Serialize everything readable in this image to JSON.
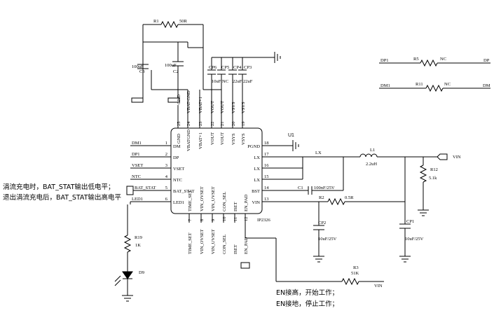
{
  "chip": {
    "ref": "U1",
    "part": "IP2326",
    "left_pins": [
      {
        "num": "1",
        "name": "DM",
        "net": "DM1"
      },
      {
        "num": "2",
        "name": "DP",
        "net": "DP1"
      },
      {
        "num": "3",
        "name": "VSET",
        "net": "VSET"
      },
      {
        "num": "4",
        "name": "NTC",
        "net": "NTC"
      },
      {
        "num": "5",
        "name": "BAT_STAT",
        "net": "BAT_STAT"
      },
      {
        "num": "6",
        "name": "LED1",
        "net": "LED1"
      }
    ],
    "right_pins": [
      {
        "num": "18",
        "name": "PGND"
      },
      {
        "num": "17",
        "name": "LX"
      },
      {
        "num": "16",
        "name": "LX"
      },
      {
        "num": "15",
        "name": "LX"
      },
      {
        "num": "14",
        "name": "BST"
      },
      {
        "num": "13",
        "name": "VIN"
      }
    ],
    "top_pins": [
      {
        "num": "25",
        "name": "GND",
        "net": "GND"
      },
      {
        "num": "24",
        "name": "VBATGND",
        "net": "VBAT-GND"
      },
      {
        "num": "23",
        "name": "VBAT+1",
        "net": "VBAT+1"
      },
      {
        "num": "22",
        "name": "VOUT",
        "net": "VOUT"
      },
      {
        "num": "21",
        "name": "VOUT",
        "net": "VOUT"
      },
      {
        "num": "20",
        "name": "VSYS",
        "net": "VSYS"
      },
      {
        "num": "19",
        "name": "VSYS",
        "net": "VSYS"
      }
    ],
    "bottom_pins": [
      {
        "num": "7",
        "name": "TIME_SET",
        "net": "TIME_SET"
      },
      {
        "num": "8",
        "name": "VIN_OVSET",
        "net": "VIN_OVSET"
      },
      {
        "num": "9",
        "name": "VIN_UVSET",
        "net": "VIN_UVSET"
      },
      {
        "num": "10",
        "name": "CON_SEL",
        "net": "CON_SEL"
      },
      {
        "num": "11",
        "name": "ISET",
        "net": "ISET"
      },
      {
        "num": "12",
        "name": "EN_PAD",
        "net": "EN_PAD"
      }
    ]
  },
  "components": {
    "r1": {
      "ref": "R1",
      "value": "50R"
    },
    "c3": {
      "ref": "C3",
      "value": "100uF"
    },
    "c2": {
      "ref": "C2",
      "value": "100uF"
    },
    "cp6": {
      "ref": "CP6",
      "value": "10uF"
    },
    "cp5": {
      "ref": "CP5",
      "value": "NC"
    },
    "cp4": {
      "ref": "CP4",
      "value": "22uF"
    },
    "cp3": {
      "ref": "CP3",
      "value": "22uF"
    },
    "r5": {
      "ref": "R5",
      "value": "NC",
      "left": "DP1",
      "right": "DP"
    },
    "r11": {
      "ref": "R11",
      "value": "NC",
      "left": "DM1",
      "right": "DM"
    },
    "l1": {
      "ref": "L1",
      "value": "2.2uH"
    },
    "r12": {
      "ref": "R12",
      "value": "5.1k"
    },
    "c1": {
      "ref": "C1",
      "value": "100nF/25V"
    },
    "r2": {
      "ref": "R2",
      "value": "0.5R"
    },
    "cp2": {
      "ref": "CP2",
      "value": "10uF/25V"
    },
    "cp1": {
      "ref": "CP1",
      "value": "10uF/25V"
    },
    "r19": {
      "ref": "R19",
      "value": "1K"
    },
    "d9": {
      "ref": "D9"
    },
    "r3": {
      "ref": "R3",
      "value": "51K"
    }
  },
  "nets": {
    "lx": "LX",
    "vin_port": "VIN",
    "vin_r3": "VIN"
  },
  "notes": {
    "bat_stat_1": "涓流充电时，BAT_STAT输出低电平；",
    "bat_stat_2": "退出涓流充电后，BAT_STAT输出高电平",
    "en_1": "EN接高，开始工作；",
    "en_2": "EN接地，停止工作；"
  }
}
